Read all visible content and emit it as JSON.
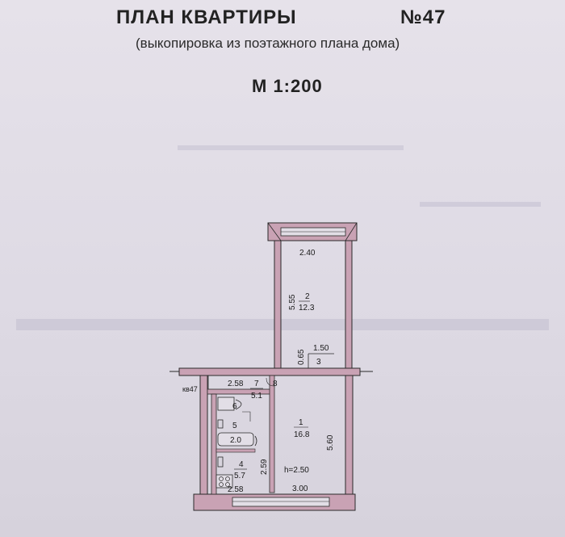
{
  "header": {
    "title": "ПЛАН КВАРТИРЫ",
    "number": "№47",
    "subtitle": "(выкопировка из поэтажного плана дома)",
    "scale": "М 1:200"
  },
  "plan": {
    "apartment_label": "кв47",
    "rooms": [
      {
        "num": "1",
        "area": "16.8"
      },
      {
        "num": "2",
        "area": "12.3"
      },
      {
        "num": "3",
        "area": ""
      },
      {
        "num": "4",
        "area": "5.7"
      },
      {
        "num": "5",
        "area": "2.0"
      },
      {
        "num": "6",
        "area": ""
      },
      {
        "num": "7",
        "area": "5.1"
      },
      {
        "num": "8",
        "area": ""
      }
    ],
    "dimensions": {
      "room2_width": "2.40",
      "room2_length": "5.55",
      "balcony_width": "1.50",
      "balcony_depth": "0.65",
      "hall_width": "2.58",
      "kitchen_width": "2.58",
      "kitchen_length": "2.59",
      "room1_width": "3.00",
      "room1_length": "5.60"
    },
    "ceiling_height": "h=2.50"
  },
  "colors": {
    "wall": "#c9a2b4",
    "wall_line": "#2a2a2a",
    "paper": "#e2dee6"
  }
}
